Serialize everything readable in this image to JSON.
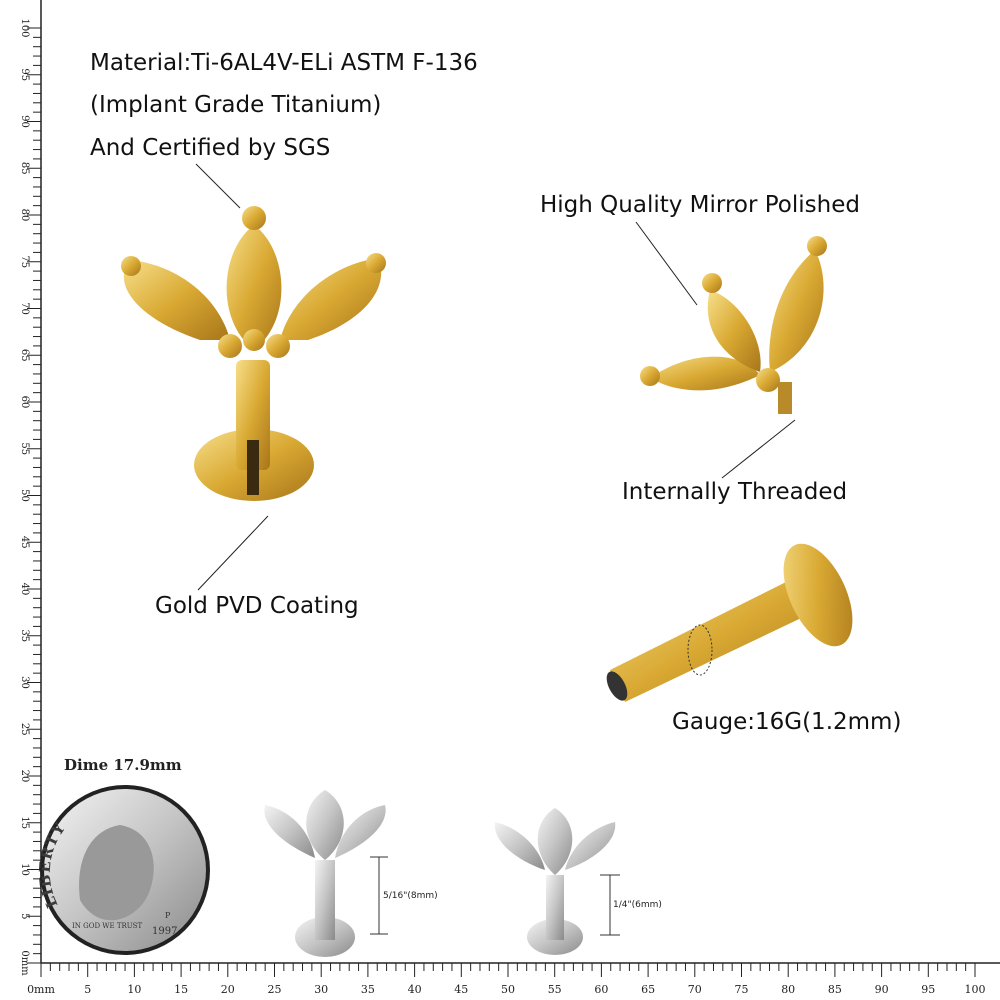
{
  "callouts": {
    "material_line1": "Material:Ti-6AL4V-ELi ASTM F-136",
    "material_line2": "(Implant Grade Titanium)",
    "material_line3": "And Certified by SGS",
    "polished": "High Quality Mirror Polished",
    "threaded": "Internally Threaded",
    "coating": "Gold PVD Coating",
    "gauge": "Gauge:16G(1.2mm)"
  },
  "size_compare": {
    "dime_label": "Dime 17.9mm",
    "coin_text": [
      "LIBERTY",
      "IN GOD WE TRUST",
      "1997",
      "P"
    ],
    "length_long": "5/16\"(8mm)",
    "length_short": "1/4\"(6mm)"
  },
  "ruler": {
    "unit_label": "0mm",
    "max_mm": 100,
    "label_step": 5
  },
  "colors": {
    "gold": "#d9a933",
    "silver": "#c8c8c8"
  }
}
